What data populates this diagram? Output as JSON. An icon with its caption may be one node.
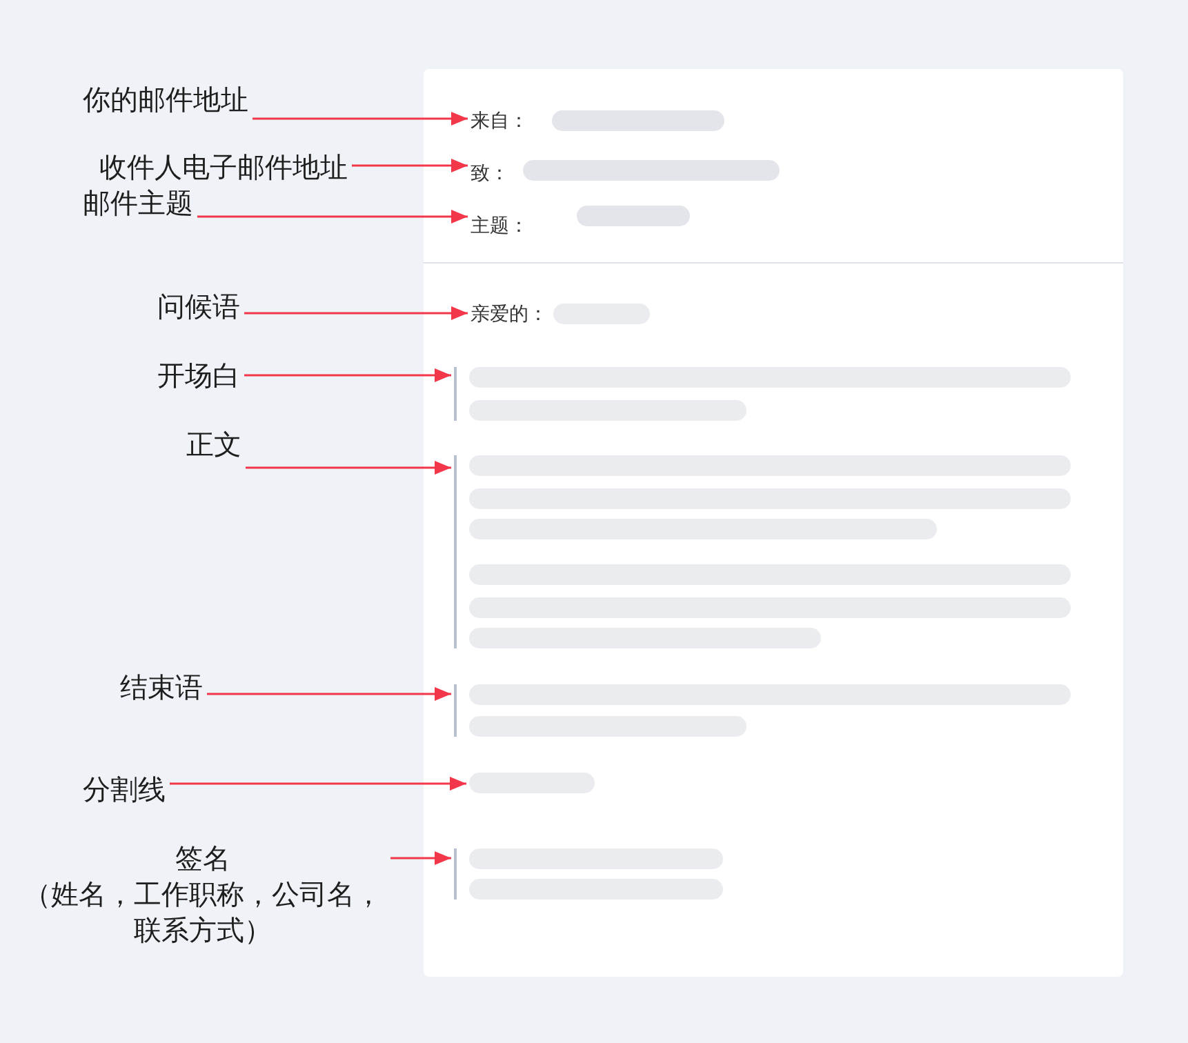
{
  "diagram": {
    "nodes": [
      {
        "text": [
          "你的邮件地址"
        ]
      },
      {
        "text": [
          "收件人电子邮件地址"
        ]
      },
      {
        "text": [
          "邮件主题"
        ]
      },
      {
        "text": [
          "问候语"
        ]
      },
      {
        "text": [
          "开场白"
        ]
      },
      {
        "text": [
          "正文"
        ]
      },
      {
        "text": [
          "结束语"
        ]
      },
      {
        "text": [
          "分割线"
        ]
      },
      {
        "text": [
          "签名",
          "（姓名，工作职称，公司名，联系方式）"
        ]
      },
      {
        "text": [],
        "shape": "box"
      },
      {
        "text": [
          "来自："
        ],
        "in": 9
      },
      {
        "text": [
          "致："
        ],
        "in": 9
      },
      {
        "text": [
          "主题："
        ],
        "in": 9
      },
      {
        "text": [
          "亲爱的："
        ],
        "in": 9
      },
      {
        "text": [],
        "shape": "bar",
        "in": 9
      },
      {
        "text": [],
        "shape": "bar",
        "in": 9
      },
      {
        "text": [],
        "shape": "bar",
        "in": 9
      },
      {
        "text": [],
        "shape": "bar",
        "in": 9
      },
      {
        "text": [],
        "shape": "bar",
        "in": 9
      }
    ],
    "edges": [
      {
        "from": 0,
        "to": 10,
        "arrow": "to"
      },
      {
        "from": 1,
        "to": 11,
        "arrow": "to"
      },
      {
        "from": 2,
        "to": 12,
        "arrow": "to"
      },
      {
        "from": 3,
        "to": 13,
        "arrow": "to"
      },
      {
        "from": 4,
        "to": 14,
        "arrow": "to"
      },
      {
        "from": 5,
        "to": 15,
        "arrow": "to"
      },
      {
        "from": 6,
        "to": 16,
        "arrow": "to"
      },
      {
        "from": 7,
        "to": 17,
        "arrow": "to"
      },
      {
        "from": 8,
        "to": 18,
        "arrow": "to"
      }
    ]
  }
}
